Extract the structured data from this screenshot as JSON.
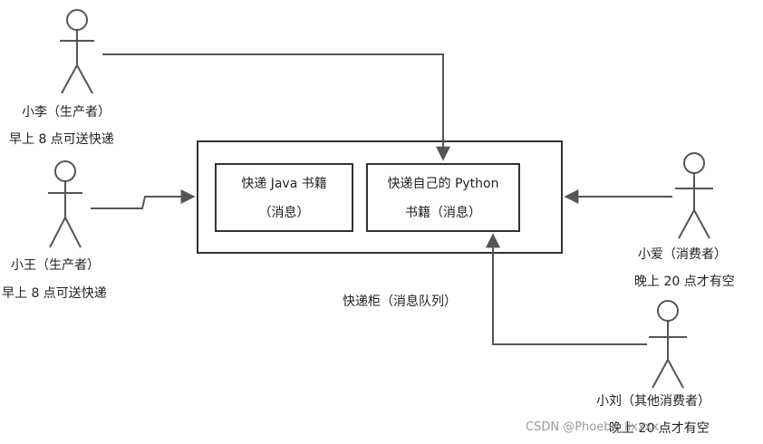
{
  "actors": {
    "li": {
      "name": "小李（生产者）",
      "note": "早上 8 点可送快递"
    },
    "wang": {
      "name": "小王（生产者）",
      "note": "早上 8 点可送快递"
    },
    "ai": {
      "name": "小爱（消费者）",
      "note": "晚上 20 点才有空"
    },
    "liu": {
      "name": "小刘（其他消费者）",
      "note": "晚上 20 点才有空"
    }
  },
  "queue": {
    "label": "快递柜（消息队列）",
    "messages": [
      {
        "line1": "快递 Java 书籍",
        "line2": "（消息）"
      },
      {
        "line1": "快递自己的 Python",
        "line2": "书籍（消息）"
      }
    ]
  },
  "watermark": "CSDN @Phoebe_lixxxx",
  "colors": {
    "line": "#555555",
    "box": "#333333",
    "text": "#222222"
  }
}
